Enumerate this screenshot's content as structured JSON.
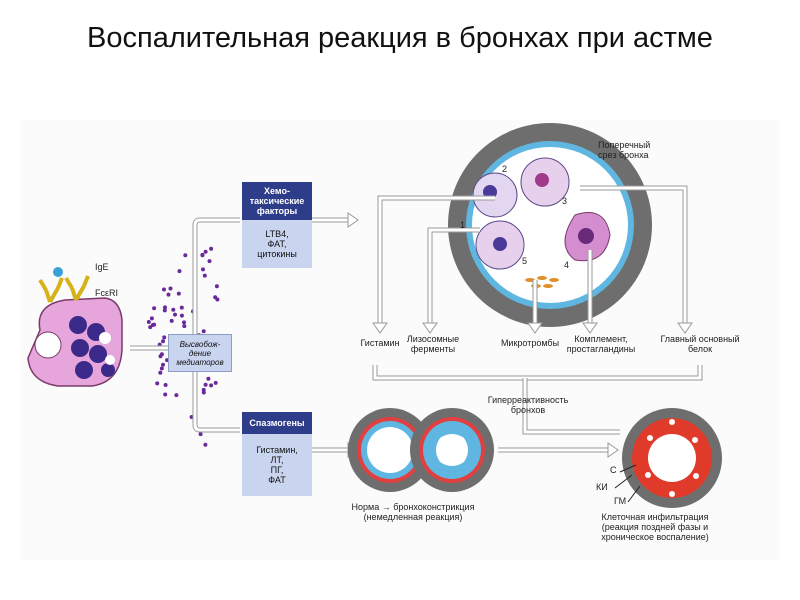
{
  "title": "Воспалительная реакция в бронхах при астме",
  "cell_labels": {
    "ige": "IgE",
    "receptor": "FcεRI"
  },
  "release": "Высвобож-\nдение\nмедиаторов",
  "chemotactic": {
    "heading": "Хемо-\nтаксические\nфакторы",
    "body": "LTB4,\nФАТ,\nцитокины"
  },
  "spasmogens": {
    "heading": "Спазмогены",
    "body": "Гистамин,\nЛТ,\nПГ,\nФАТ"
  },
  "cross_section": {
    "label": "Поперечный\nсрез бронха",
    "numbers": [
      "1",
      "2",
      "3",
      "4",
      "5"
    ]
  },
  "mediators": [
    "Гистамин",
    "Лизосомные\nферменты",
    "Микротромбы",
    "Комплемент,\nпростагландины",
    "Главный основный\nбелок"
  ],
  "hyperreactivity": "Гиперреактивность\nбронхов",
  "bronchoconstriction": "Норма → бронхоконстрикция\n(немедленная реакция)",
  "infiltration_markers": [
    "С",
    "КИ",
    "ГМ"
  ],
  "infiltration": "Клеточная инфильтрация\n(реакция поздней фазы и\nхроническое воспаление)",
  "colors": {
    "box_header": "#2e3d8a",
    "box_body": "#c9d4ef",
    "mast_cell": "#e6a6dc",
    "granule": "#3b2a8a",
    "dot": "#6a2a9a"
  }
}
